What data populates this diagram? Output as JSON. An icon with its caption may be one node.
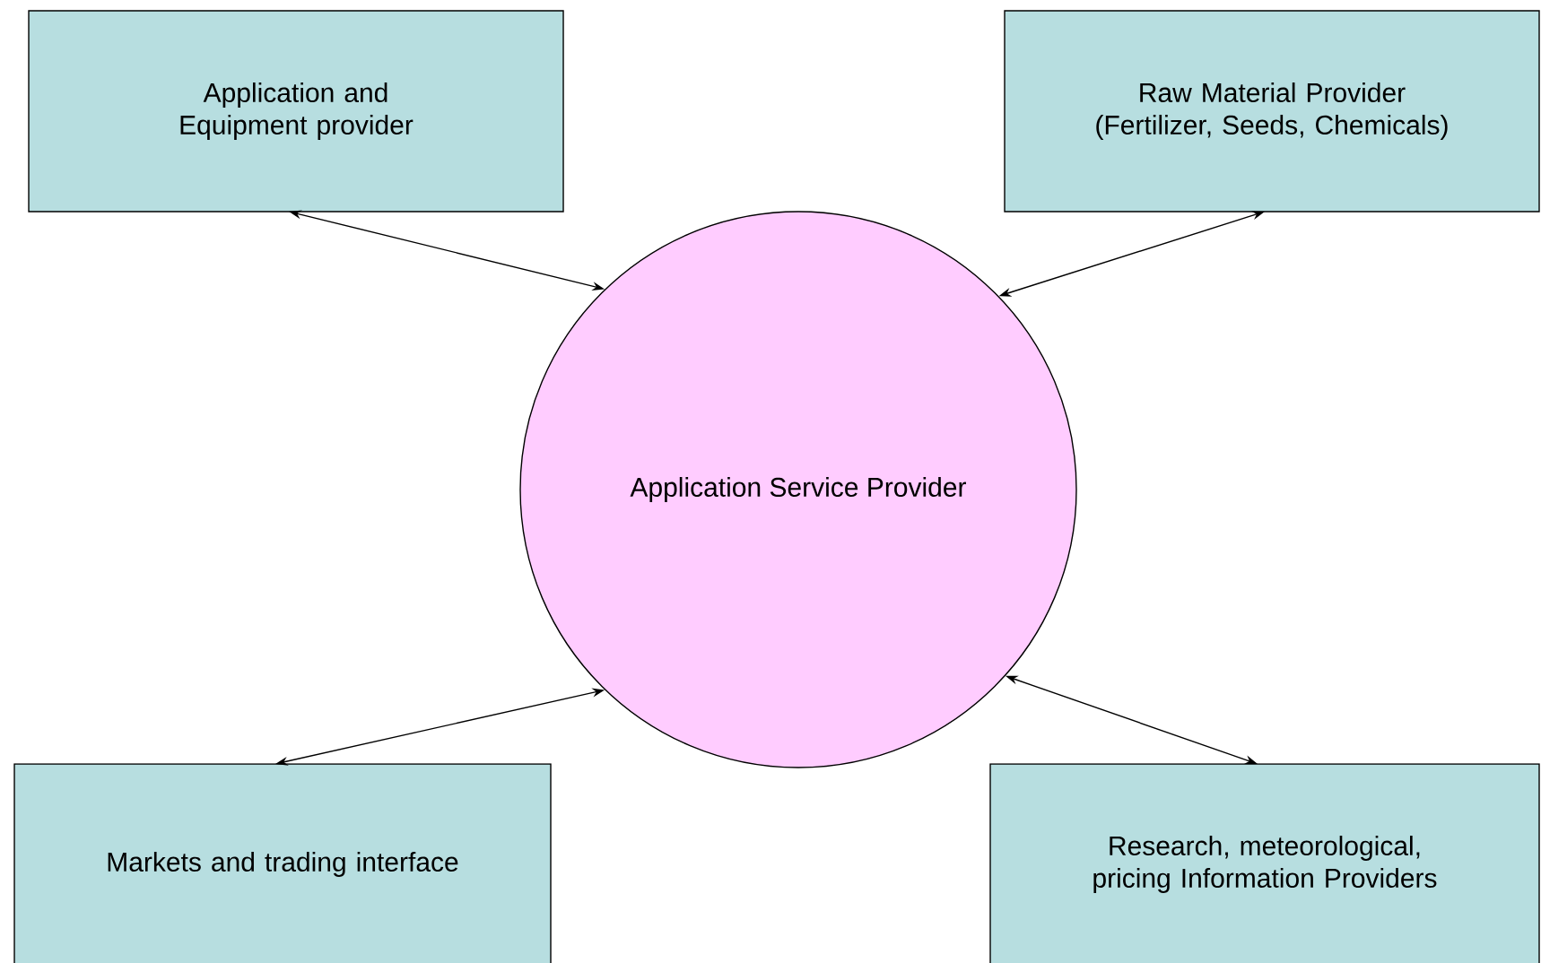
{
  "diagram": {
    "nodes": [
      {
        "text": [
          "Application and Equipment provider"
        ]
      },
      {
        "text": [
          "Raw Material Provider (Fertilizer, Seeds, Chemicals)"
        ]
      },
      {
        "text": [
          "Application Service Provider"
        ]
      },
      {
        "text": [
          "Markets and trading interface"
        ]
      },
      {
        "text": [
          "Research, meteorological, pricing Information Providers"
        ]
      }
    ],
    "edges": [
      {
        "from": 0,
        "to": 2,
        "arrow": "both"
      },
      {
        "from": 1,
        "to": 2,
        "arrow": "both"
      },
      {
        "from": 3,
        "to": 2,
        "arrow": "both"
      },
      {
        "from": 4,
        "to": 2,
        "arrow": "both"
      }
    ]
  }
}
